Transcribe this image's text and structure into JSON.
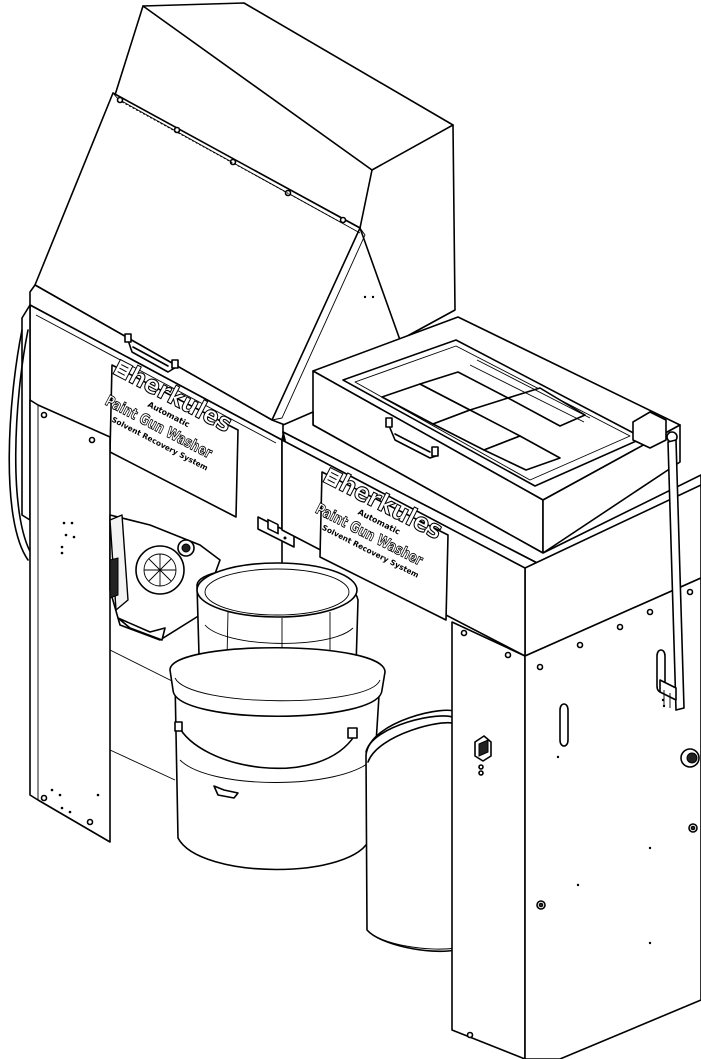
{
  "labels": [
    {
      "brand": "herkules",
      "line1": "Automatic",
      "line2": "Paint Gun Washer",
      "line3": "Solvent Recovery System"
    },
    {
      "brand": "herkules",
      "line1": "Automatic",
      "line2": "Paint Gun Washer",
      "line3": "Solvent Recovery System"
    }
  ]
}
